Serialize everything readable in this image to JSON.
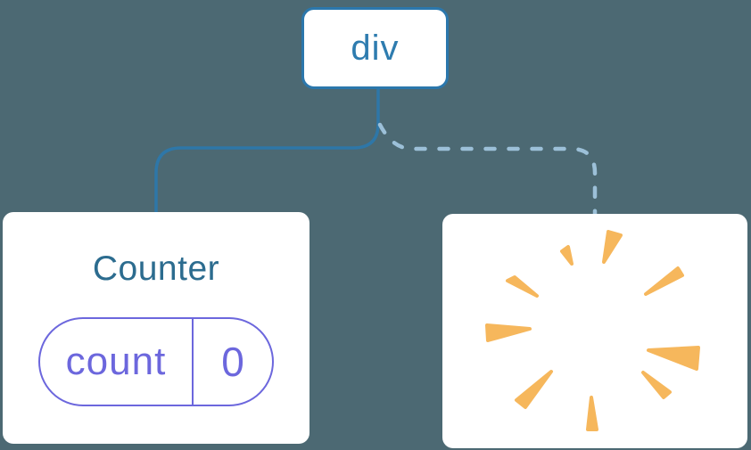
{
  "diagram": {
    "description": "Component tree: a div parent keeps its Counter child (state preserved) while another child is removed with a poof",
    "root_node": {
      "label": "div"
    },
    "counter_node": {
      "title": "Counter",
      "state": {
        "key": "count",
        "value": "0"
      }
    },
    "removed_node": {
      "icon": "poof-burst-icon"
    },
    "edges": [
      {
        "from": "div",
        "to": "Counter",
        "style": "solid"
      },
      {
        "from": "div",
        "to": "removed-child",
        "style": "dashed"
      }
    ],
    "colors": {
      "background": "#4C6973",
      "card_background": "#FFFFFF",
      "root_node_border": "#2B77AC",
      "root_node_text": "#2E7CAF",
      "counter_title": "#2C6C8F",
      "state_pill": "#6C67DD",
      "solid_edge": "#2E77A8",
      "dashed_edge": "#9CC0D8",
      "poof_sparks": "#F6B75C"
    }
  }
}
